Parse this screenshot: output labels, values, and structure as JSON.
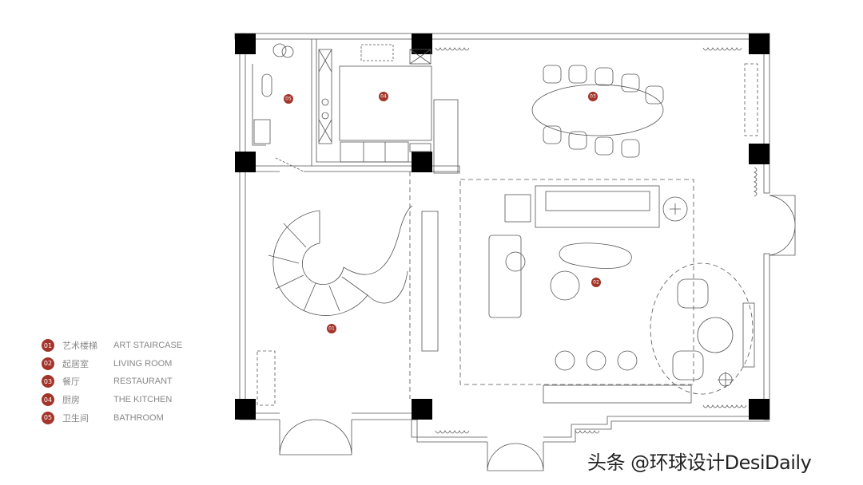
{
  "legend": [
    {
      "num": "01",
      "cn": "艺术楼梯",
      "en": "ART STAIRCASE"
    },
    {
      "num": "02",
      "cn": "起居室",
      "en": "LIVING ROOM"
    },
    {
      "num": "03",
      "cn": "餐厅",
      "en": "RESTAURANT"
    },
    {
      "num": "04",
      "cn": "厨房",
      "en": "THE KITCHEN"
    },
    {
      "num": "05",
      "cn": "卫生间",
      "en": "BATHROOM"
    }
  ],
  "markers": {
    "m01": "01",
    "m02": "02",
    "m03": "03",
    "m04": "04",
    "m05": "05"
  },
  "watermark": "头条 @环球设计DesiDaily",
  "colors": {
    "marker": "#a3342a",
    "line": "#555555",
    "column": "#000000"
  }
}
